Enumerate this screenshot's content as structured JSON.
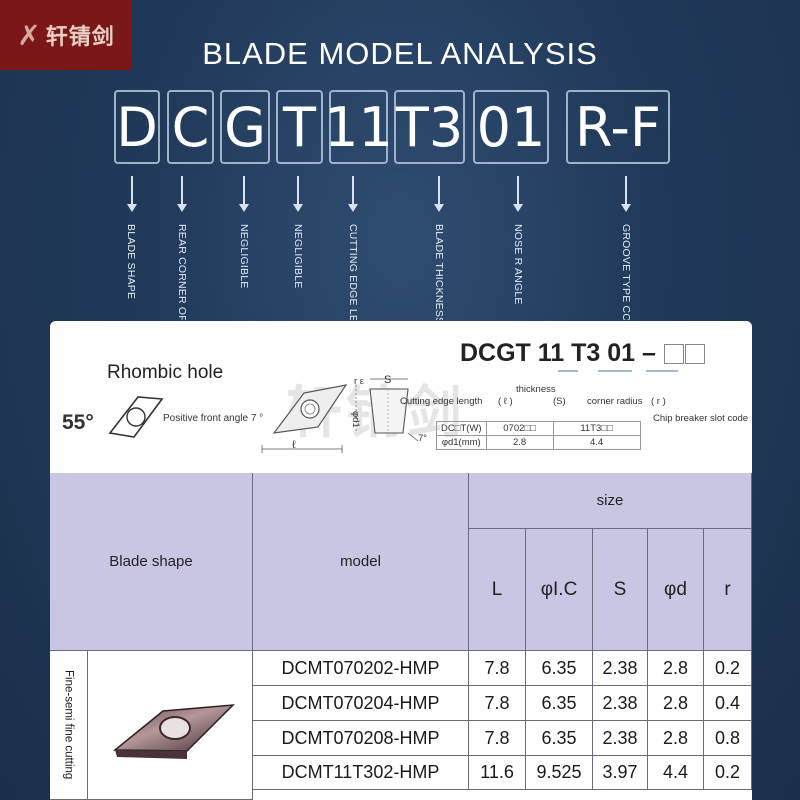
{
  "logo": {
    "text": "轩锖剑"
  },
  "title": "BLADE MODEL ANALYSIS",
  "code_parts": [
    "D",
    "C",
    "G",
    "T",
    "11",
    "T3",
    "01",
    "R-F"
  ],
  "code_labels": [
    "BLADE SHAPE",
    "REAR CORNER OF BLADE",
    "NEGLIGIBLE",
    "NEGLIGIBLE",
    "CUTTING EDGE LENGTH",
    "BLADE THICKNESS",
    "NOSE R ANGLE",
    "GROOVE TYPE CODE"
  ],
  "diagram": {
    "shape_label": "Rhombic hole",
    "angle_label": "55°",
    "positive_angle": "Positive front angle 7 °",
    "model_code": "DCGT 11 T3 01 –",
    "thickness": "thickness",
    "cutting_edge_length": "Cutting edge length",
    "l_paren": "( ℓ )",
    "s_paren": "(S)",
    "corner_radius": "corner radius",
    "r_paren": "( r  )",
    "chip_breaker": "Chip breaker slot code",
    "dim_re": "r ε",
    "dim_s": "S",
    "dim_d1": "φd1",
    "dim_l": "ℓ",
    "dim_7": "7°",
    "mini_table": {
      "row1": [
        "DC□T(W)",
        "0702□□",
        "11T3□□"
      ],
      "row2": [
        "φd1(mm)",
        "2.8",
        "4.4"
      ]
    },
    "watermark": "轩锖剑"
  },
  "table": {
    "head_shape": "Blade shape",
    "head_model": "model",
    "head_size": "size",
    "size_cols": [
      "L",
      "φI.C",
      "S",
      "φd",
      "r"
    ],
    "category": "Fine-semi fine cutting",
    "rows": [
      {
        "model": "DCMT070202-HMP",
        "L": "7.8",
        "IC": "6.35",
        "S": "2.38",
        "d": "2.8",
        "r": "0.2"
      },
      {
        "model": "DCMT070204-HMP",
        "L": "7.8",
        "IC": "6.35",
        "S": "2.38",
        "d": "2.8",
        "r": "0.4"
      },
      {
        "model": "DCMT070208-HMP",
        "L": "7.8",
        "IC": "6.35",
        "S": "2.38",
        "d": "2.8",
        "r": "0.8"
      },
      {
        "model": "DCMT11T302-HMP",
        "L": "11.6",
        "IC": "9.525",
        "S": "3.97",
        "d": "4.4",
        "r": "0.2"
      }
    ]
  }
}
